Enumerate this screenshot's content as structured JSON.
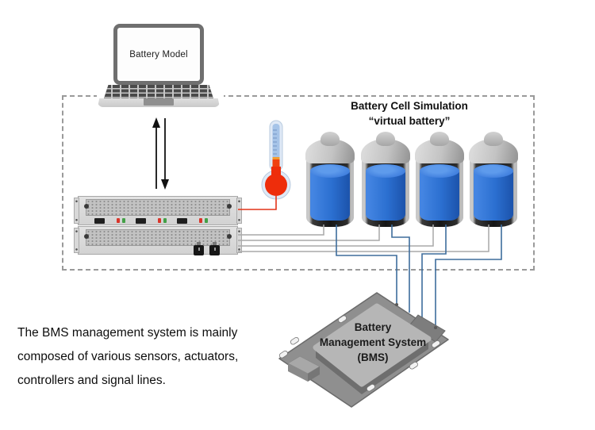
{
  "laptop": {
    "screen_label": "Battery Model"
  },
  "simulation_box": {
    "title": "Battery Cell Simulation",
    "subtitle": "“virtual battery”",
    "battery_cells": [
      "cell-1",
      "cell-2",
      "cell-3",
      "cell-4"
    ]
  },
  "bms": {
    "label_lines": [
      "Battery",
      "Management System",
      "(BMS)"
    ]
  },
  "caption": {
    "lines": [
      "The BMS management system is mainly",
      "composed of various sensors, actuators,",
      "controllers and signal lines."
    ]
  },
  "icons": {
    "laptop": "laptop-icon",
    "thermometer": "thermometer-icon",
    "rack": "simulator-rack-icon",
    "battery": "battery-cell-icon",
    "bms_module": "bms-module-icon",
    "arrows": "bidirectional-arrow-icon"
  },
  "colors": {
    "battery_blue": "#2b6fd0",
    "wire_blue": "#3e6d9c",
    "wire_gray": "#a9a9a9",
    "wire_red": "#e23418",
    "thermometer_red": "#ee2d0b",
    "thermometer_tube_blue": "#a6c4e8",
    "led_red": "#d9342a",
    "led_green": "#43a047",
    "dashed_border_gray": "#9a9a9a"
  }
}
